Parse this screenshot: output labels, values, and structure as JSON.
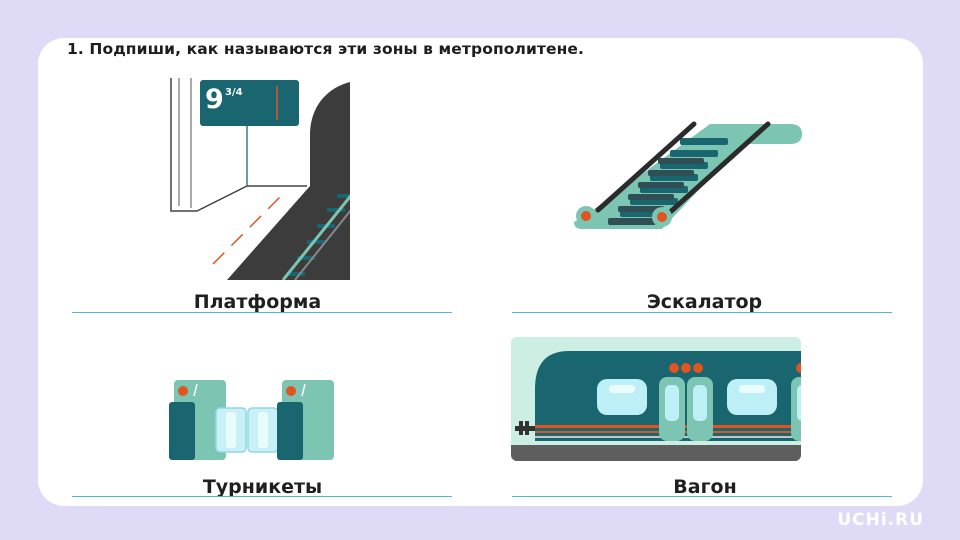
{
  "task": {
    "title": "1. Подпиши, как называются эти зоны в метрополитене."
  },
  "zones": [
    {
      "label": "Платформа"
    },
    {
      "label": "Эскалатор"
    },
    {
      "label": "Турникеты"
    },
    {
      "label": "Вагон"
    }
  ],
  "platform_sign": {
    "number": "9",
    "fraction": "3/4"
  },
  "brand": {
    "text": "UCHi.RU"
  },
  "colors": {
    "background": "#dfdaf6",
    "card": "#ffffff",
    "teal_dark": "#1a6670",
    "teal_light": "#7cc5b3",
    "accent_orange": "#e0541f",
    "underline": "#4fb9d4"
  }
}
